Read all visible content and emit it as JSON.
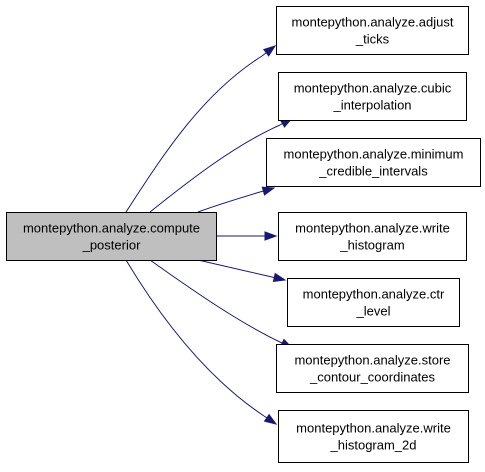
{
  "colors": {
    "source_fill": "#bfbfbf",
    "node_fill": "#ffffff",
    "border": "#000000",
    "edge": "#191970"
  },
  "source": {
    "lines": [
      "montepython.analyze.compute",
      "_posterior"
    ]
  },
  "targets": [
    {
      "id": "adjust-ticks",
      "lines": [
        "montepython.analyze.adjust",
        "_ticks"
      ]
    },
    {
      "id": "cubic-interpolation",
      "lines": [
        "montepython.analyze.cubic",
        "_interpolation"
      ]
    },
    {
      "id": "minimum-credible-intervals",
      "lines": [
        "montepython.analyze.minimum",
        "_credible_intervals"
      ]
    },
    {
      "id": "write-histogram",
      "lines": [
        "montepython.analyze.write",
        "_histogram"
      ]
    },
    {
      "id": "ctr-level",
      "lines": [
        "montepython.analyze.ctr",
        "_level"
      ]
    },
    {
      "id": "store-contour-coordinates",
      "lines": [
        "montepython.analyze.store",
        "_contour_coordinates"
      ]
    },
    {
      "id": "write-histogram-2d",
      "lines": [
        "montepython.analyze.write",
        "_histogram_2d"
      ]
    }
  ]
}
